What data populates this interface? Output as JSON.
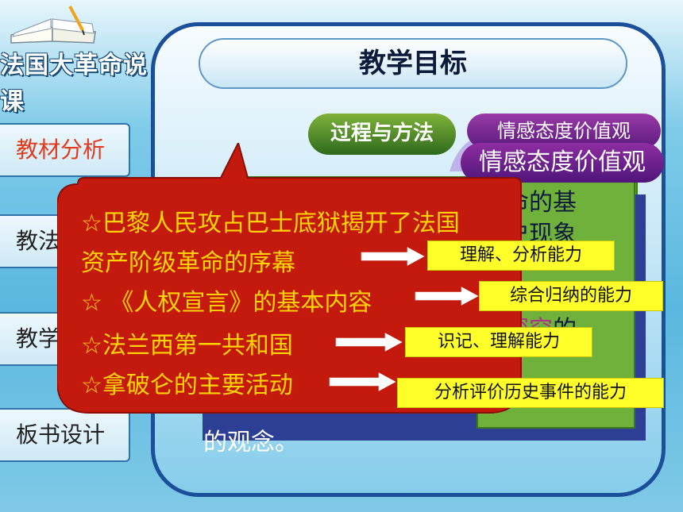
{
  "brand": {
    "title": "法国大革命说课"
  },
  "sidebar": {
    "items": [
      {
        "label": "教材分析",
        "active": true
      },
      {
        "label": "教法"
      },
      {
        "label": "教学"
      },
      {
        "label": "板书设计"
      }
    ]
  },
  "main": {
    "title": "教学目标",
    "pills": {
      "process": "过程与方法",
      "emotion_1": "情感态度价值观",
      "emotion_2": "情感态度价值观"
    },
    "background_text": {
      "line1": "命的基",
      "line2": "史现象",
      "line3_pre": "",
      "line3_pink": "探究",
      "line3_post": "的",
      "line4": "的观念。"
    }
  },
  "callout": {
    "items": [
      {
        "text": "☆巴黎人民攻占巴士底狱揭开了法国"
      },
      {
        "text": "资产阶级革命的序幕"
      },
      {
        "text": "☆ 《人权宣言》的基本内容"
      },
      {
        "text": "☆法兰西第一共和国"
      },
      {
        "text": "☆拿破仑的主要活动"
      }
    ]
  },
  "abilities": [
    "理解、分析能力",
    "综合归纳的能力",
    "识记、理解能力",
    "分析评价历史事件的能力"
  ],
  "colors": {
    "callout_red": "#c41a0e",
    "highlight_yellow": "#ffd400",
    "label_yellow": "#ffff2a",
    "active_nav": "#e23a1c"
  }
}
